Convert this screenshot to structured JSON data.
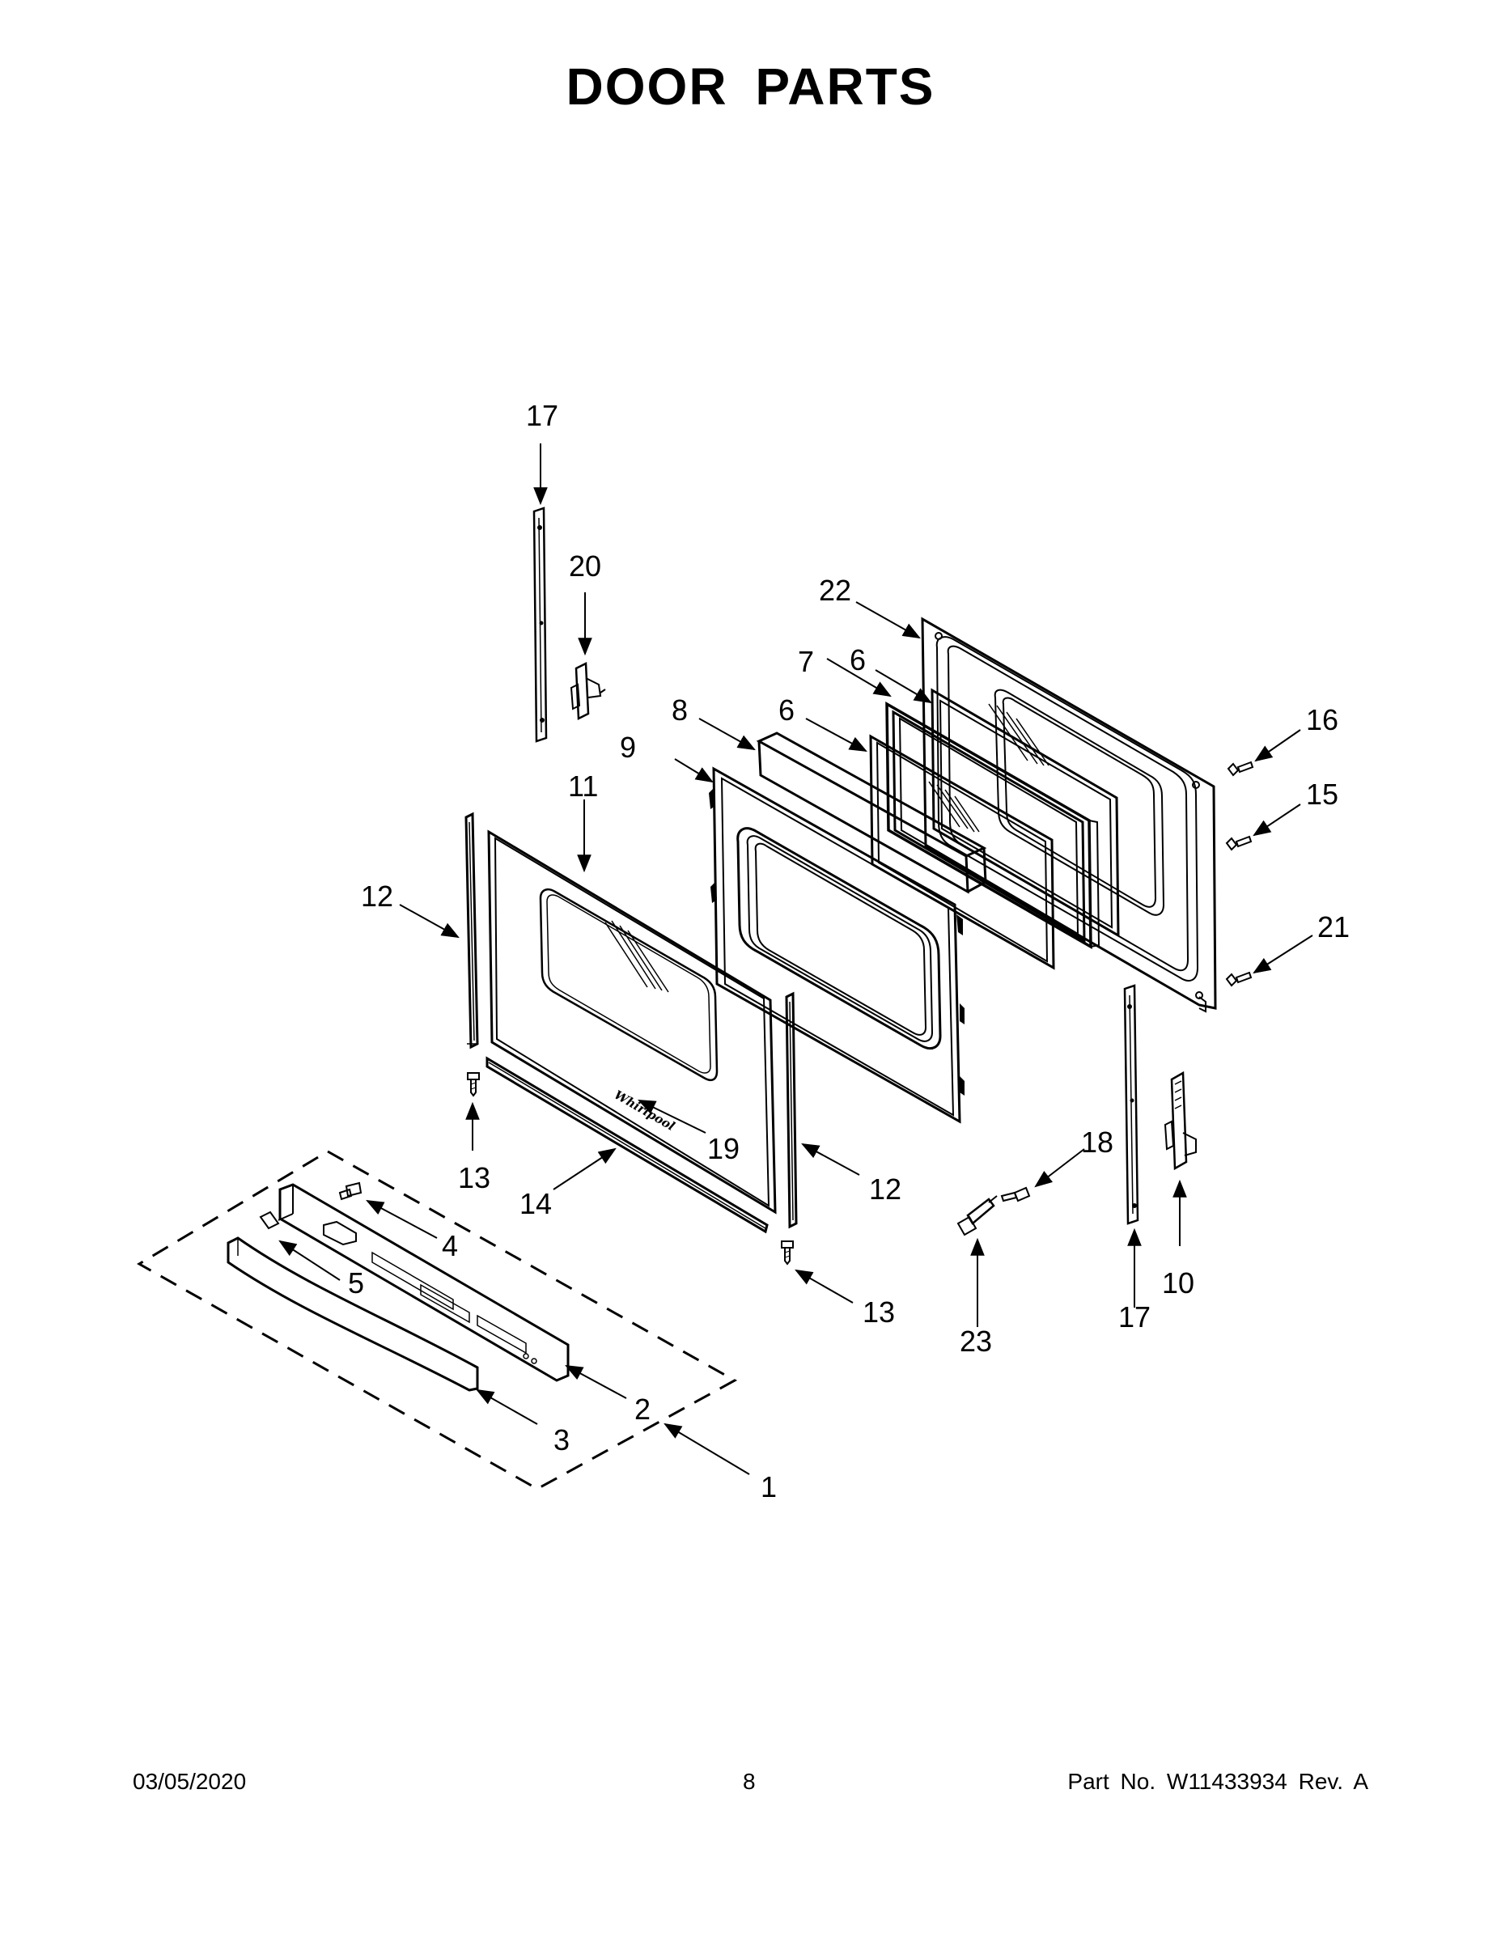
{
  "page": {
    "title": "DOOR PARTS",
    "date": "03/05/2020",
    "page_number": "8",
    "part_number": "Part No.  W11433934   Rev.  A"
  },
  "diagram": {
    "logo_text": "Whirlpool",
    "callouts": {
      "c1": "1",
      "c2": "2",
      "c3": "3",
      "c4": "4",
      "c5": "5",
      "c6a": "6",
      "c6b": "6",
      "c7": "7",
      "c8": "8",
      "c9": "9",
      "c10": "10",
      "c11": "11",
      "c12a": "12",
      "c12b": "12",
      "c13a": "13",
      "c13b": "13",
      "c14": "14",
      "c15": "15",
      "c16": "16",
      "c17a": "17",
      "c17b": "17",
      "c18": "18",
      "c19": "19",
      "c20": "20",
      "c21": "21",
      "c22": "22",
      "c23": "23"
    }
  }
}
